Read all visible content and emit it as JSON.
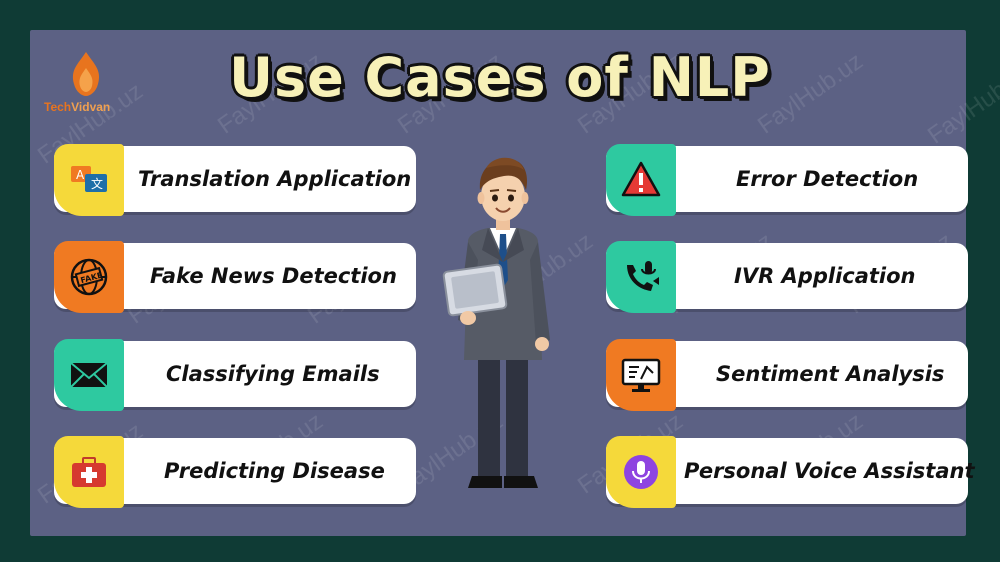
{
  "title": "Use Cases of NLP",
  "logo": {
    "text": "Tech",
    "text2": "Vidvan"
  },
  "watermark": "FaylHub.uz",
  "left_cards": [
    {
      "label": "Translation Application",
      "icon": "translate-icon",
      "color": "#f5d93a"
    },
    {
      "label": "Fake News Detection",
      "icon": "fake-news-icon",
      "color": "#f07a22"
    },
    {
      "label": "Classifying Emails",
      "icon": "envelope-icon",
      "color": "#2ec9a0"
    },
    {
      "label": "Predicting Disease",
      "icon": "medical-kit-icon",
      "color": "#f5d93a"
    }
  ],
  "right_cards": [
    {
      "label": "Error Detection",
      "icon": "warning-icon",
      "color": "#2ec9a0"
    },
    {
      "label": "IVR Application",
      "icon": "phone-voice-icon",
      "color": "#2ec9a0"
    },
    {
      "label": "Sentiment Analysis",
      "icon": "monitor-chart-icon",
      "color": "#f07a22"
    },
    {
      "label": "Personal Voice Assistant",
      "icon": "microphone-icon",
      "color": "#f5d93a"
    }
  ]
}
